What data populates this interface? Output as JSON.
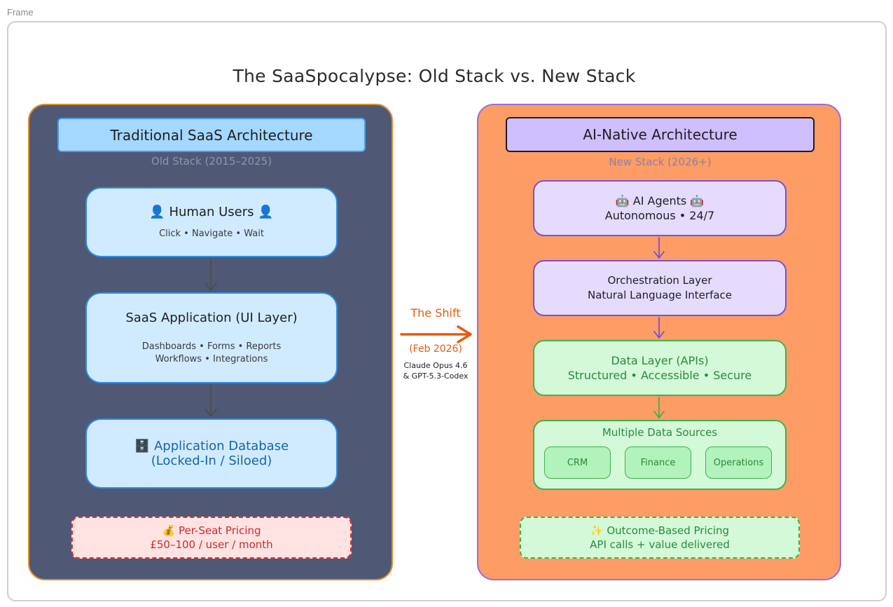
{
  "frame": {
    "label": "Frame"
  },
  "title": "The SaaSpocalypse: Old Stack vs. New Stack",
  "old_stack": {
    "header": "Traditional SaaS Architecture",
    "subtitle": "Old Stack (2015–2025)",
    "users": {
      "title": "👤 Human Users 👤",
      "detail": "Click • Navigate • Wait"
    },
    "app": {
      "title": "SaaS Application (UI Layer)",
      "detail_1": "Dashboards • Forms • Reports",
      "detail_2": "Workflows • Integrations"
    },
    "database": {
      "line_1": "🗄️ Application Database",
      "line_2": "(Locked-In / Siloed)"
    },
    "pricing": {
      "line_1": "💰 Per-Seat Pricing",
      "line_2": "£50–100 / user / month"
    }
  },
  "shift": {
    "title": "The Shift",
    "date": "(Feb 2026)",
    "note_1": "Claude Opus 4.6",
    "note_2": "& GPT-5.3-Codex"
  },
  "new_stack": {
    "header": "AI-Native Architecture",
    "subtitle": "New Stack (2026+)",
    "agents": {
      "line_1": "🤖 AI Agents 🤖",
      "line_2": "Autonomous • 24/7"
    },
    "orchestration": {
      "line_1": "Orchestration Layer",
      "line_2": "Natural Language Interface"
    },
    "data_layer": {
      "line_1": "Data Layer (APIs)",
      "line_2": "Structured • Accessible • Secure"
    },
    "sources": {
      "title": "Multiple Data Sources",
      "items": [
        "CRM",
        "Finance",
        "Operations"
      ]
    },
    "pricing": {
      "line_1": "✨ Outcome-Based Pricing",
      "line_2": "API calls + value delivered"
    }
  },
  "colors": {
    "old_panel": "#4f5975",
    "new_panel": "#fd9c64",
    "shift_arrow": "#e8590c",
    "purple_arrow": "#7950d6",
    "green_arrow": "#40b04f"
  }
}
